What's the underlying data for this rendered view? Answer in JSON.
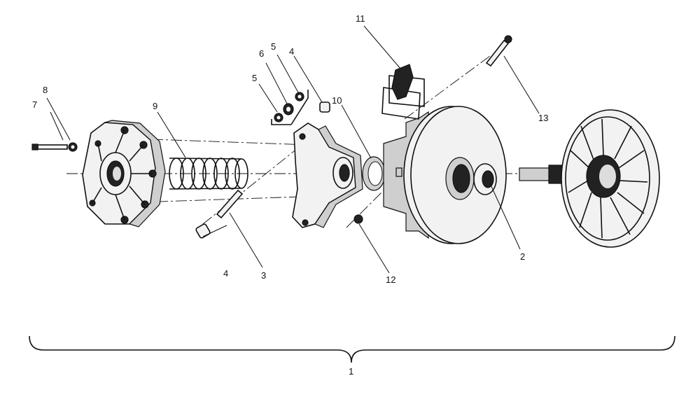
{
  "callouts": {
    "c1": "1",
    "c2": "2",
    "c3": "3",
    "c4a": "4",
    "c4b": "4",
    "c5a": "5",
    "c5b": "5",
    "c6": "6",
    "c7": "7",
    "c8": "8",
    "c9": "9",
    "c10": "10",
    "c11": "11",
    "c12": "12",
    "c13": "13"
  },
  "colors": {
    "line": "#111111",
    "paper": "#ffffff"
  }
}
